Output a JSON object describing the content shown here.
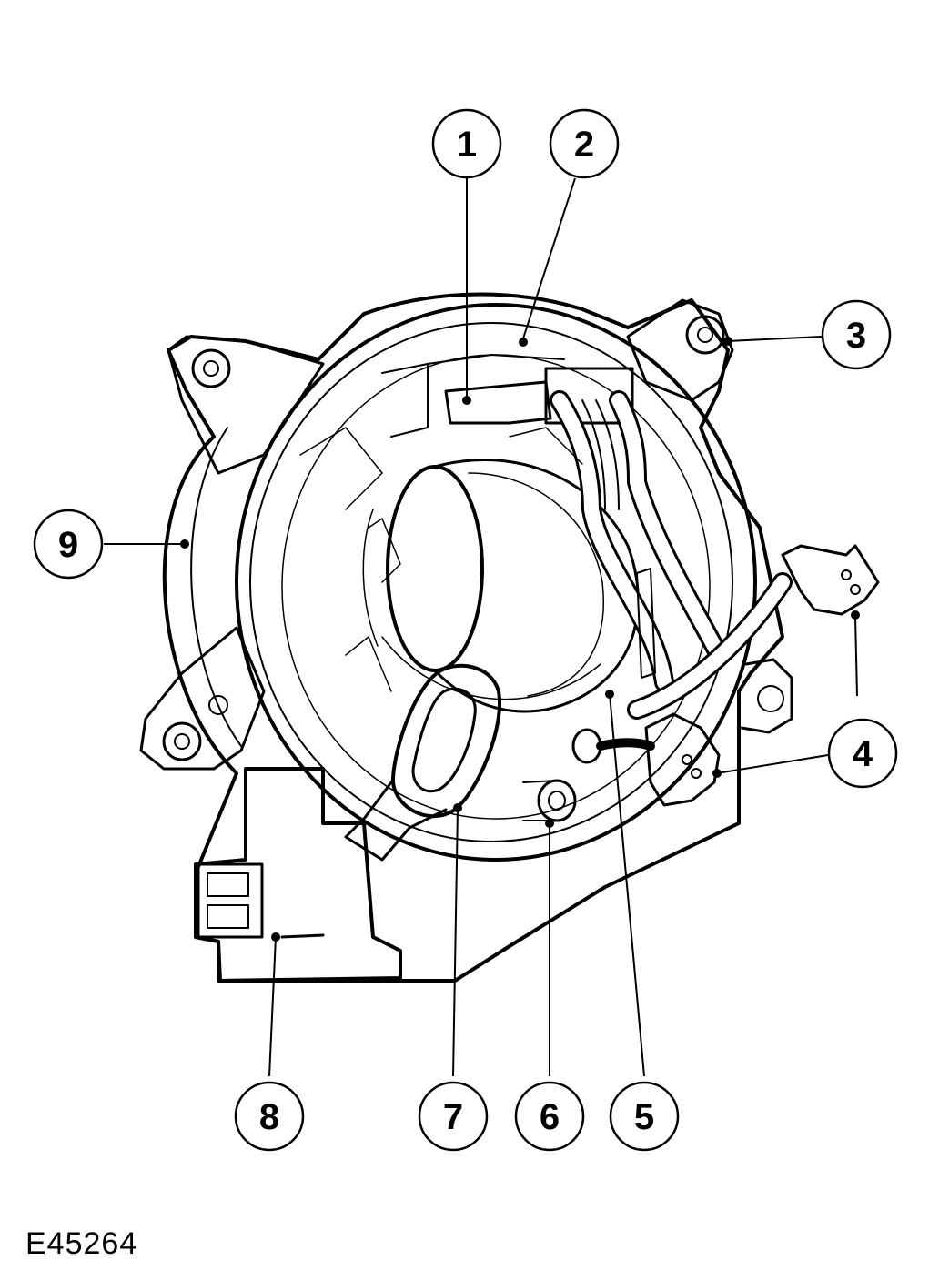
{
  "figure_id": "E45264",
  "callouts": [
    {
      "id": "1",
      "label": "1"
    },
    {
      "id": "2",
      "label": "2"
    },
    {
      "id": "3",
      "label": "3"
    },
    {
      "id": "4a",
      "label": "4"
    },
    {
      "id": "4b",
      "label": "4"
    },
    {
      "id": "5",
      "label": "5"
    },
    {
      "id": "6",
      "label": "6"
    },
    {
      "id": "7",
      "label": "7"
    },
    {
      "id": "8",
      "label": "8"
    },
    {
      "id": "9",
      "label": "9"
    }
  ]
}
